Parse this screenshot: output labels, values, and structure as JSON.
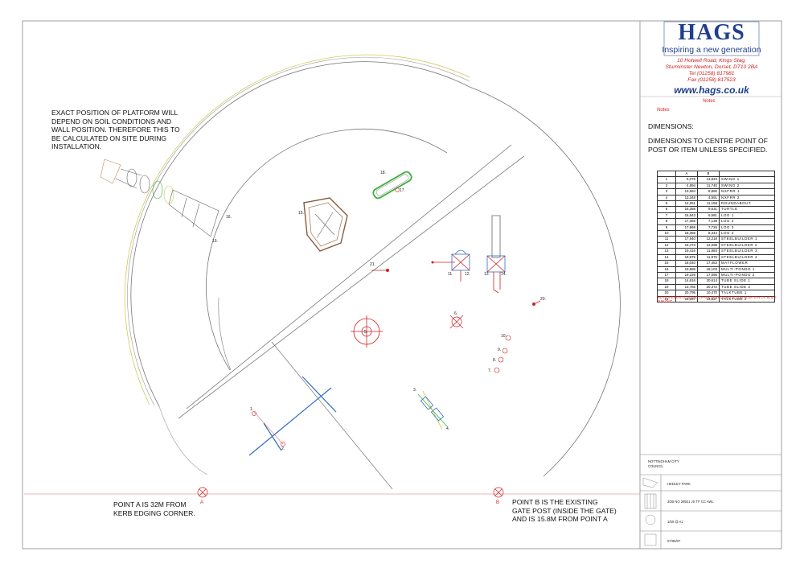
{
  "title_block": {
    "brand": "HAGS",
    "tagline": "Inspiring a new generation",
    "address_lines": [
      "10 Hotwell Road, Kings Stag,",
      "Sturminster Newton, Dorset, DT10 2BA",
      "Tel (01258) 817981",
      "Fax (01258) 817523"
    ],
    "website": "www.hags.co.uk",
    "notes_label_1": "Notes",
    "notes_label_2": "Notes",
    "dims_heading": "DIMENSIONS:",
    "dims_text": "DIMENSIONS TO CENTRE POINT OF POST OR ITEM UNLESS SPECIFIED.",
    "table_headers": [
      "",
      "A",
      "B",
      ""
    ],
    "table_rows": [
      [
        "1",
        "5,075",
        "13,823",
        "SWING 1"
      ],
      [
        "2",
        "4,894",
        "11,740",
        "SWING 2"
      ],
      [
        "3",
        "13,584",
        "8,890",
        "NXFRR 1"
      ],
      [
        "4",
        "13,348",
        "4,591",
        "NXFRR 2"
      ],
      [
        "5",
        "12,251",
        "11,158",
        "ROUNDABOUT"
      ],
      [
        "6",
        "16,388",
        "9,631",
        "TURTLE"
      ],
      [
        "7",
        "16,843",
        "6,581",
        "LOG 1"
      ],
      [
        "8",
        "17,365",
        "7,138",
        "LOG 2"
      ],
      [
        "9",
        "17,869",
        "7,726",
        "LOG 3"
      ],
      [
        "10",
        "18,355",
        "8,344",
        "LOG 4"
      ],
      [
        "11",
        "17,940",
        "12,218",
        "STEELBUILDER 1"
      ],
      [
        "12",
        "18,473",
        "12,098",
        "STEELBUILDER 2"
      ],
      [
        "13",
        "19,416",
        "11,984",
        "STEELBUILDER 3"
      ],
      [
        "14",
        "19,975",
        "11,976",
        "STEELBUILDER 4"
      ],
      [
        "15",
        "18,040",
        "17,453",
        "MAYFLOWER"
      ],
      [
        "16",
        "19,586",
        "18,103",
        "MULTI-PONDO 1"
      ],
      [
        "17",
        "19,229",
        "17,096",
        "MULTI-PONDO 2"
      ],
      [
        "18",
        "14,616",
        "20,614",
        "TUBE SLIDE 1"
      ],
      [
        "19",
        "13,766",
        "20,372",
        "TUBE SLIDE 2"
      ],
      [
        "20",
        "20,795",
        "10,470",
        "TALKTUBE 1"
      ],
      [
        "21",
        "15,087",
        "13,837",
        "TALKTUBE 2"
      ]
    ],
    "table_footnote": "MEASUREMENTS 18 AND 19 ARE APPROXIMATE FOR POSITION OF SLIDE RUN OUT",
    "client": "NOTTINGHAM CITY COUNCIL",
    "site": "HEDLEY PARK",
    "job": "JOB NO 28921 JS TF CC AWL",
    "scale": "1/50 @ A1",
    "date": "07/06/07"
  },
  "notes": {
    "platform_note": [
      "EXACT POSITION OF PLATFORM WILL",
      "DEPEND ON SOIL CONDITIONS AND",
      "WALL POSITION. THEREFORE THIS TO",
      "BE CALCULATED ON SITE DURING",
      "INSTALLATION."
    ],
    "point_a_note": [
      "POINT A IS 32M FROM",
      "KERB EDGING CORNER."
    ],
    "point_b_note": [
      "POINT B IS THE EXISTING",
      "GATE POST (INSIDE THE GATE)",
      "AND IS 15.8M FROM POINT A"
    ]
  },
  "markers": {
    "a": "A",
    "b": "B"
  },
  "item_labels": [
    "1.",
    "2.",
    "3.",
    "4.",
    "5.",
    "6.",
    "7.",
    "8.",
    "9.",
    "10.",
    "11.",
    "12.",
    "13.",
    "14.",
    "15.",
    "16.",
    "17.",
    "18.",
    "19.",
    "20.",
    "21."
  ],
  "colors": {
    "brand_blue": "#1f3e8c",
    "address_red": "#d22020",
    "measure_red": "#d22020",
    "swing_blue": "#2f6fc2",
    "pondo_green": "#3db33d"
  }
}
